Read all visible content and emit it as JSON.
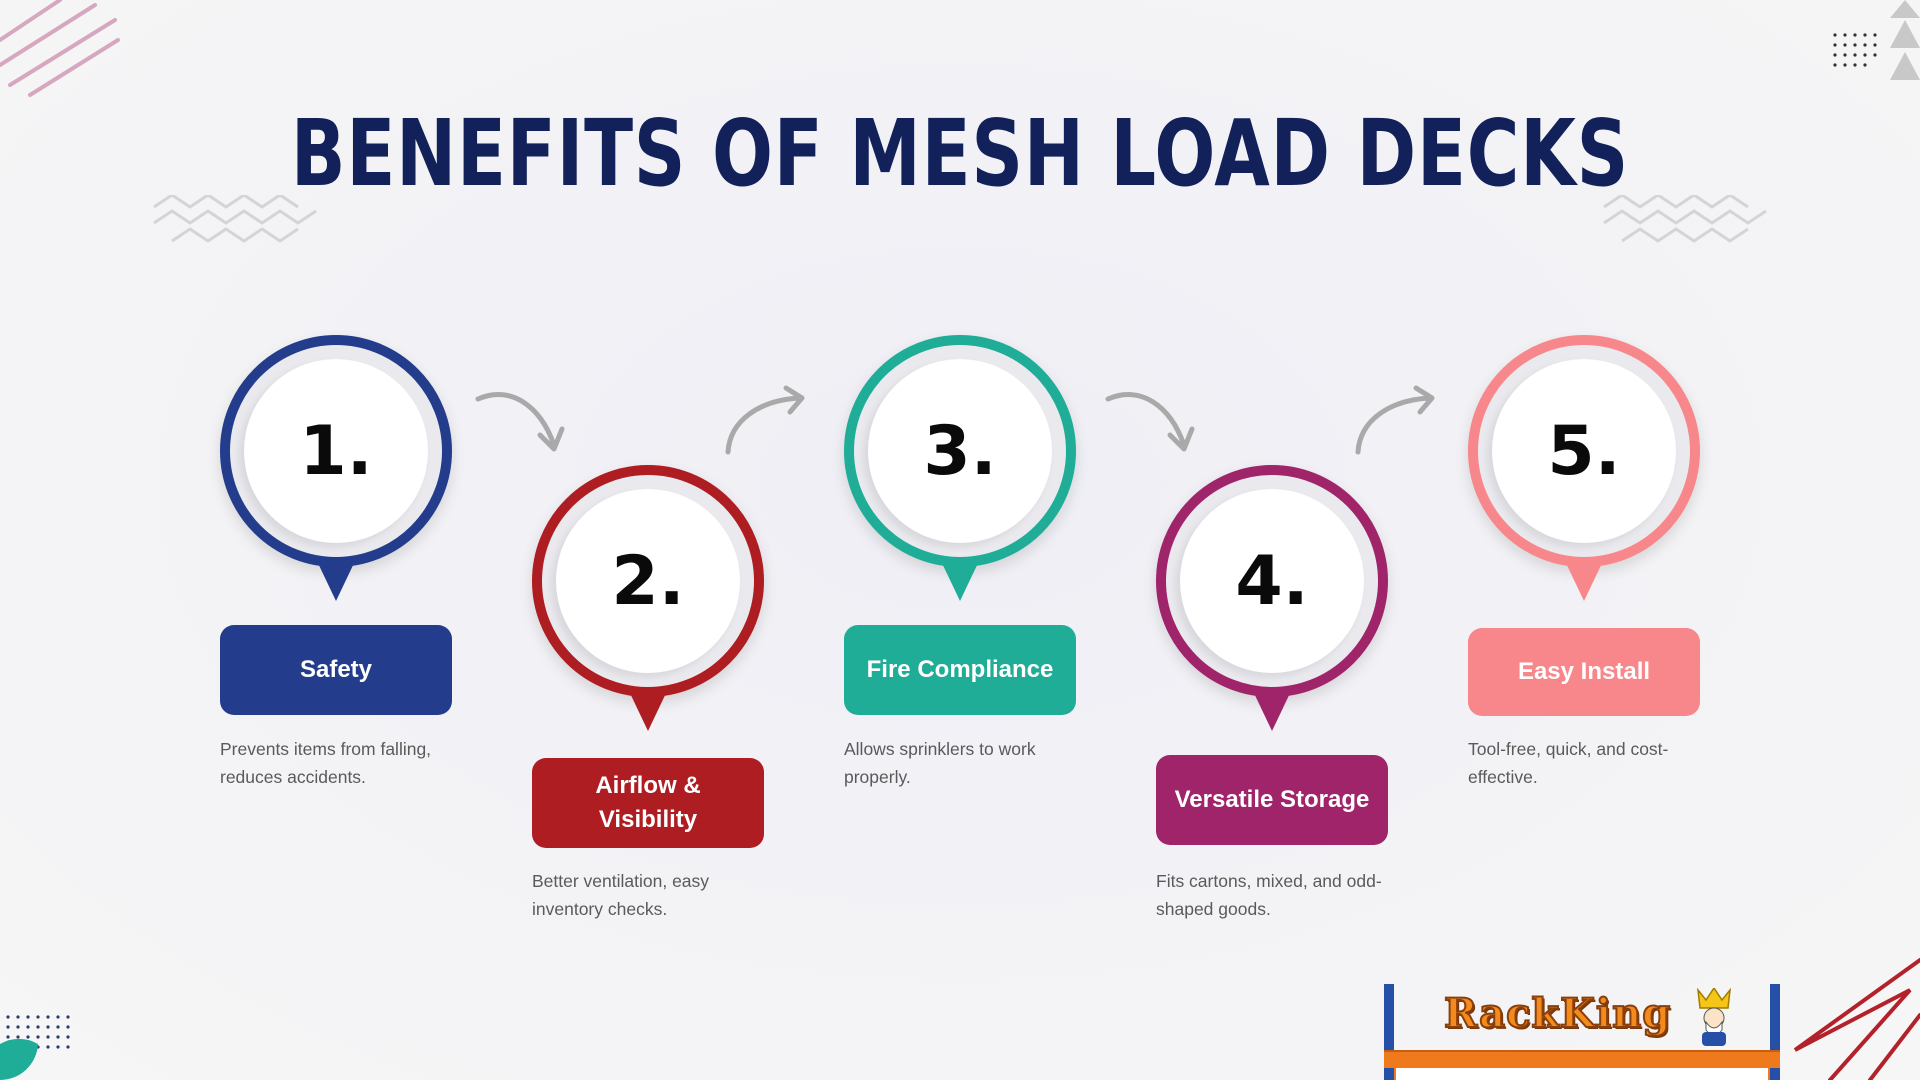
{
  "title": "BENEFITS OF MESH LOAD DECKS",
  "colors": {
    "navy": "#12215a",
    "blue": "#233c8c",
    "red": "#ae1d21",
    "teal": "#20ad98",
    "magenta": "#a0246a",
    "salmon": "#f7878a",
    "arrow_gray": "#a9a9a9"
  },
  "steps": [
    {
      "number": "1.",
      "label": "Safety",
      "description": "Prevents items from falling, reduces accidents.",
      "color": "#233c8c"
    },
    {
      "number": "2.",
      "label": "Airflow & Visibility",
      "description": "Better ventilation, easy inventory checks.",
      "color": "#ae1d21"
    },
    {
      "number": "3.",
      "label": "Fire Compliance",
      "description": "Allows sprinklers to work properly.",
      "color": "#20ad98"
    },
    {
      "number": "4.",
      "label": "Versatile Storage",
      "description": "Fits cartons, mixed, and odd-shaped goods.",
      "color": "#a0246a"
    },
    {
      "number": "5.",
      "label": "Easy Install",
      "description": "Tool-free, quick, and cost-effective.",
      "color": "#f7878a"
    }
  ],
  "logo": {
    "text": "RackKing",
    "icon": "crown-king-mascot-icon"
  }
}
